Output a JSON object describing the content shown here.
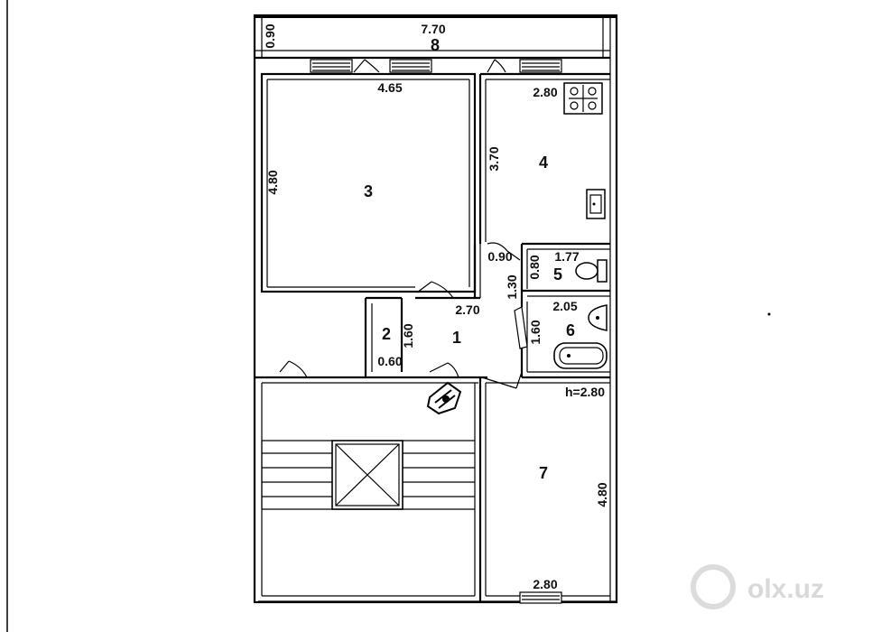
{
  "plan": {
    "rooms": [
      {
        "id": "room-1",
        "label": "1"
      },
      {
        "id": "room-2",
        "label": "2"
      },
      {
        "id": "room-3",
        "label": "3"
      },
      {
        "id": "room-4",
        "label": "4"
      },
      {
        "id": "room-5",
        "label": "5"
      },
      {
        "id": "room-6",
        "label": "6"
      },
      {
        "id": "room-7",
        "label": "7"
      },
      {
        "id": "room-8",
        "label": "8"
      }
    ],
    "dimensions": {
      "balcony_length": "7.70",
      "balcony_depth": "0.90",
      "room3_width": "4.65",
      "room3_height": "4.80",
      "room4_width": "2.80",
      "room4_height": "3.70",
      "room5_width": "1.77",
      "room5_depth": "0.80",
      "room5_door": "0.90",
      "corridor_length": "1.30",
      "room6_width": "2.05",
      "room6_height": "1.60",
      "hall_width": "2.70",
      "room2_width": "0.60",
      "room2_height": "1.60",
      "room6_side": "1.60",
      "ceiling_height": "h=2.80",
      "room7_height": "4.80",
      "room7_width": "2.80"
    },
    "watermark": "olx.uz"
  }
}
